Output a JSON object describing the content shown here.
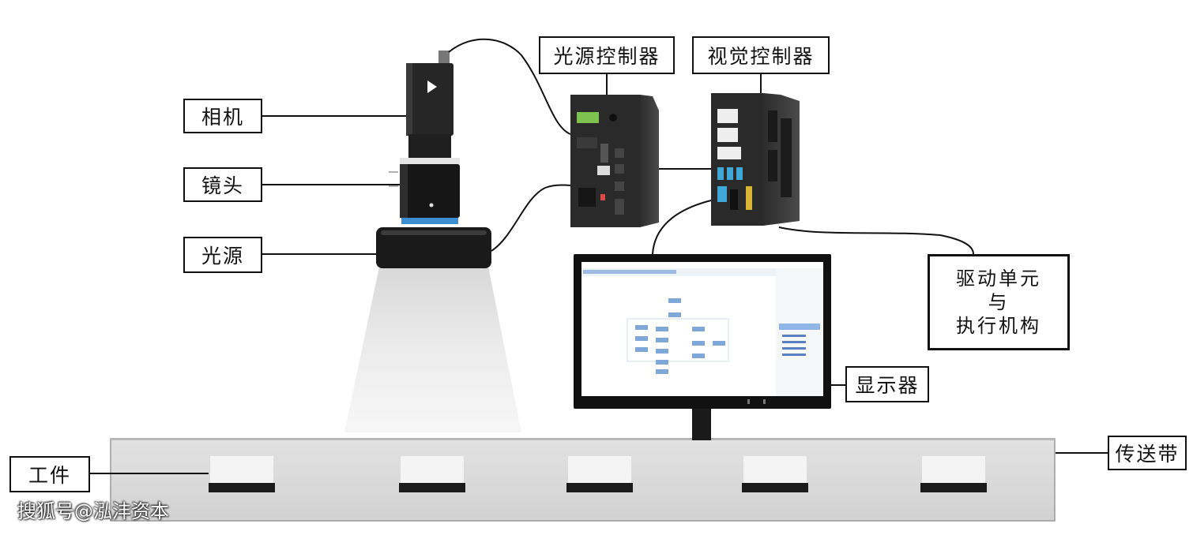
{
  "labels": {
    "camera": "相机",
    "lens": "镜头",
    "light_source": "光源",
    "light_controller": "光源控制器",
    "vision_controller": "视觉控制器",
    "display": "显示器",
    "drive_unit_line1": "驱动单元",
    "drive_unit_line2": "与",
    "drive_unit_line3": "执行机构",
    "conveyor": "传送带",
    "workpiece": "工件"
  },
  "watermark": "搜狐号@泓沣资本",
  "colors": {
    "device_dark": "#2a2a2a",
    "conveyor": "#d9d9d9",
    "light_glow": "#eeeeee",
    "accent_blue": "#3a8fd0"
  }
}
